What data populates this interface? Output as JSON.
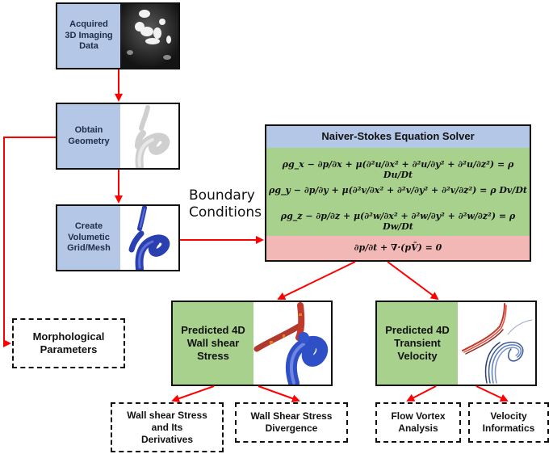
{
  "steps": {
    "acquired": "Acquired\n3D Imaging\nData",
    "obtain": "Obtain\nGeometry",
    "create": "Create\nVolumetic\nGrid/Mesh"
  },
  "solver": {
    "title": "Naiver-Stokes Equation Solver",
    "eq_x": "ρg_x − ∂p/∂x + μ(∂²u/∂x² + ∂²u/∂y² + ∂²u/∂z²) = ρ Du/Dt",
    "eq_y": "ρg_y − ∂p/∂y + μ(∂²v/∂x² + ∂²v/∂y² + ∂²v/∂z²) = ρ Dv/Dt",
    "eq_z": "ρg_z − ∂p/∂z + μ(∂²w/∂x² + ∂²w/∂y² + ∂²w/∂z²) = ρ Dw/Dt",
    "continuity": "∂p/∂t + ∇·(pV̄) = 0"
  },
  "boundary": "Boundary\nConditions",
  "outputs": {
    "wss": "Predicted 4D\nWall shear\nStress",
    "velocity": "Predicted 4D\nTransient\nVelocity"
  },
  "results": {
    "morph": "Morphological\nParameters",
    "wss_derivatives": "Wall shear Stress\nand Its\nDerivatives",
    "wss_divergence": "Wall Shear Stress\nDivergence",
    "vortex": "Flow Vortex\nAnalysis",
    "vel_info": "Velocity\nInformatics"
  },
  "colors": {
    "arrow": "#ff0000",
    "step_fill": "#b4c7e7",
    "solver_eq_fill": "#a9d18e",
    "solver_cont_fill": "#f2b8b5",
    "output_fill": "#a9d18e",
    "vessel_grey": "#d9d9d9",
    "mesh_blue": "#2a3fb0"
  }
}
